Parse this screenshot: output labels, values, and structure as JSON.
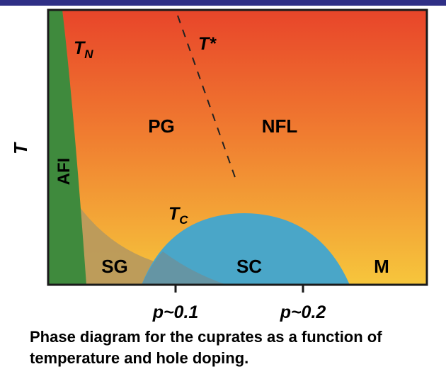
{
  "diagram": {
    "axis_label_y": "T",
    "tick_labels": [
      "p~0.1",
      "p~0.2"
    ],
    "regions": {
      "afi": "AFI",
      "pg": "PG",
      "nfl": "NFL",
      "sg": "SG",
      "sc": "SC",
      "m": "M"
    },
    "line_labels": {
      "tn_main": "T",
      "tn_sub": "N",
      "tstar": "T*",
      "tc_main": "T",
      "tc_sub": "C"
    },
    "colors": {
      "hot_top": "#e8452a",
      "warm_bottom": "#f6c33a",
      "antiferromagnet": "#3f8a3d",
      "superconductor": "#4aa6c8",
      "spin_glass": "#b99a5c",
      "border": "#1a1a1a",
      "header_bar": "#2f2f86"
    }
  },
  "caption": {
    "line1": "Phase diagram for the cuprates as a function of",
    "line2": "temperature and hole doping."
  }
}
